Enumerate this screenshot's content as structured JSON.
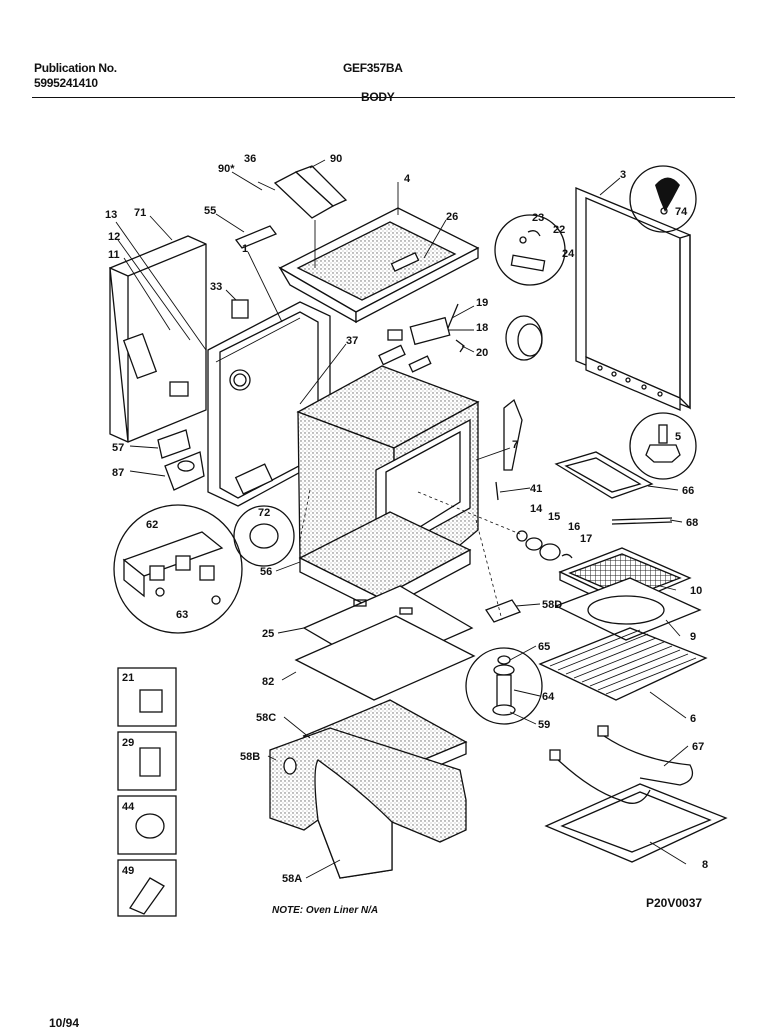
{
  "header": {
    "publication_label": "Publication No.",
    "publication_number": "5995241410",
    "model": "GEF357BA",
    "section": "BODY"
  },
  "note": "NOTE: Oven Liner N/A",
  "diagram_code": "P20V0037",
  "date": "10/94",
  "callouts": [
    "90*",
    "36",
    "90",
    "4",
    "3",
    "13",
    "71",
    "55",
    "26",
    "23",
    "22",
    "24",
    "74",
    "12",
    "11",
    "33",
    "1",
    "19",
    "18",
    "20",
    "37",
    "5",
    "7",
    "57",
    "87",
    "41",
    "66",
    "14",
    "15",
    "16",
    "17",
    "68",
    "62",
    "72",
    "56",
    "10",
    "58D",
    "25",
    "9",
    "65",
    "21",
    "82",
    "64",
    "6",
    "58C",
    "59",
    "29",
    "58B",
    "67",
    "44",
    "8",
    "49",
    "58A",
    "63"
  ]
}
